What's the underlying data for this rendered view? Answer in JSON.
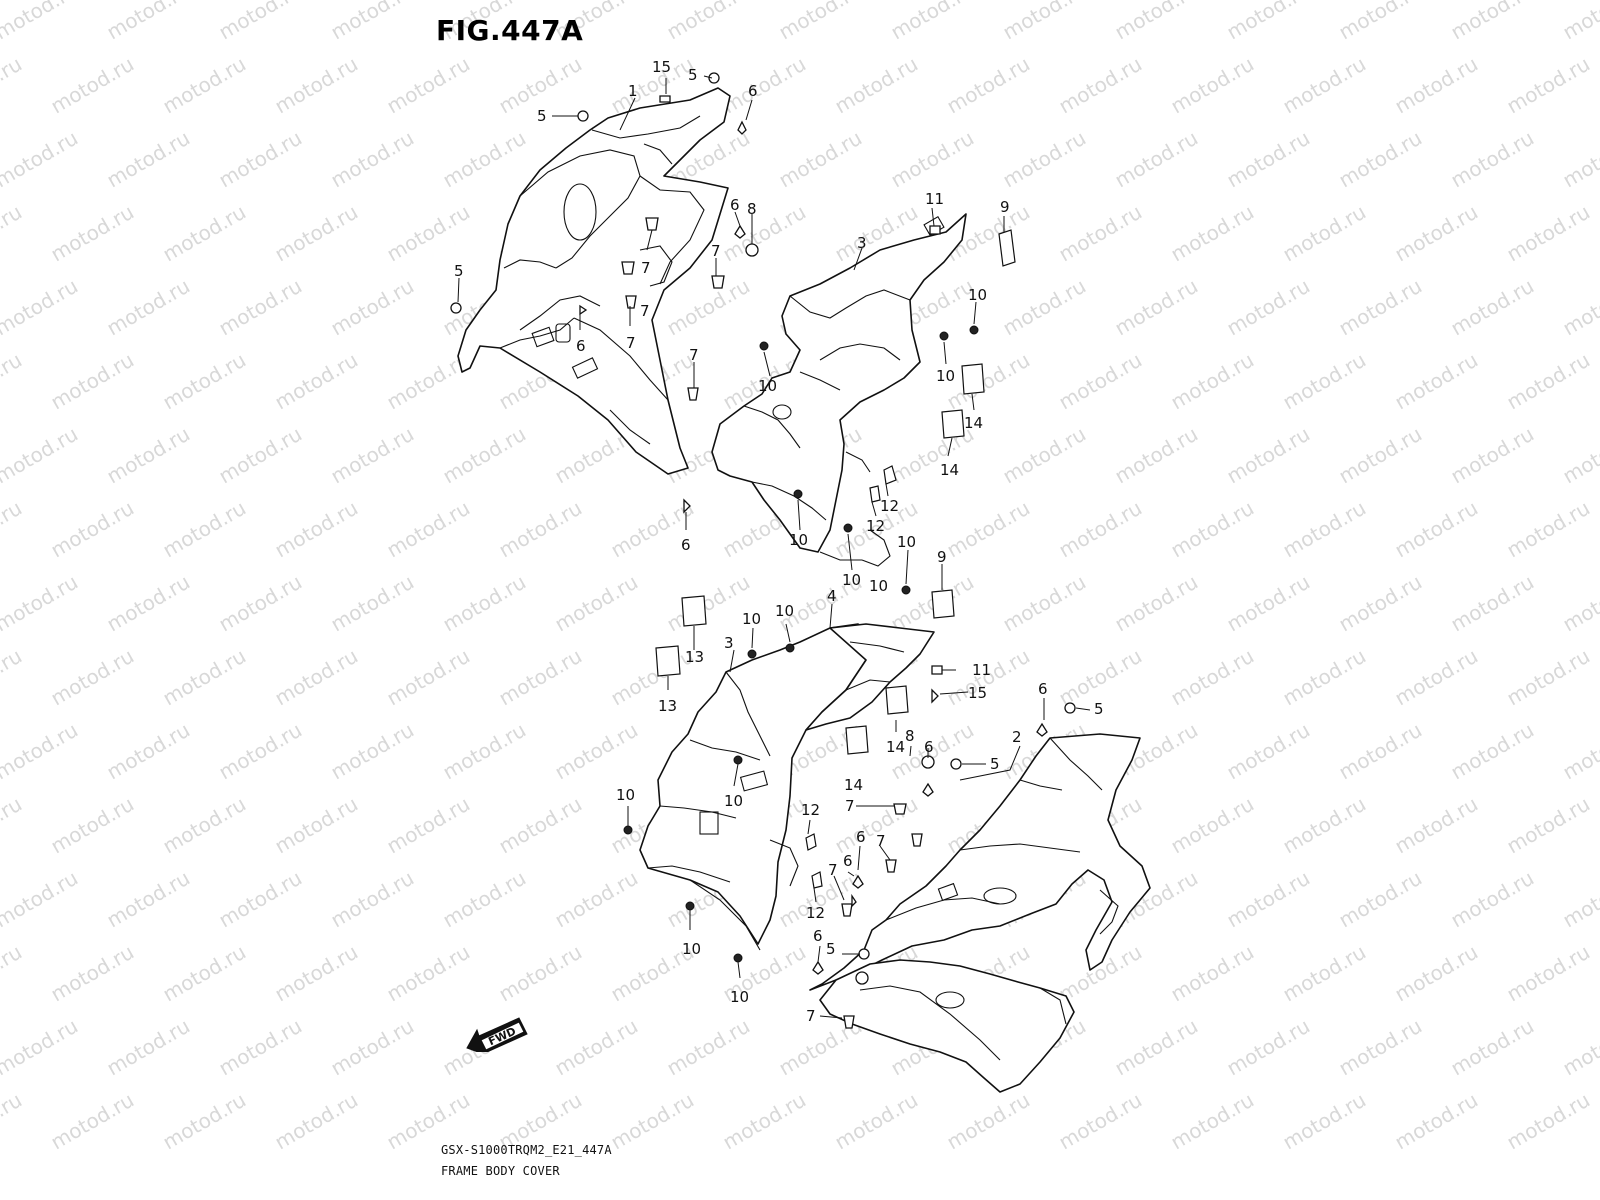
{
  "figure": {
    "title": "FIG.447A"
  },
  "watermark": {
    "text": "motod.ru"
  },
  "fwd_label": "FWD",
  "callouts": [
    {
      "id": "c1",
      "label": "15"
    },
    {
      "id": "c2",
      "label": "5"
    },
    {
      "id": "c3",
      "label": "1"
    },
    {
      "id": "c4",
      "label": "6"
    },
    {
      "id": "c5",
      "label": "5"
    },
    {
      "id": "c6",
      "label": "6"
    },
    {
      "id": "c7",
      "label": "8"
    },
    {
      "id": "c8",
      "label": "7"
    },
    {
      "id": "c9",
      "label": "7"
    },
    {
      "id": "c10",
      "label": "5"
    },
    {
      "id": "c11",
      "label": "7"
    },
    {
      "id": "c12",
      "label": "6"
    },
    {
      "id": "c13",
      "label": "7"
    },
    {
      "id": "c14",
      "label": "7"
    },
    {
      "id": "c15",
      "label": "6"
    },
    {
      "id": "c16",
      "label": "11"
    },
    {
      "id": "c17",
      "label": "9"
    },
    {
      "id": "c18",
      "label": "3"
    },
    {
      "id": "c19",
      "label": "10"
    },
    {
      "id": "c20",
      "label": "10"
    },
    {
      "id": "c21",
      "label": "10"
    },
    {
      "id": "c22",
      "label": "14"
    },
    {
      "id": "c23",
      "label": "14"
    },
    {
      "id": "c24",
      "label": "12"
    },
    {
      "id": "c25",
      "label": "12"
    },
    {
      "id": "c26",
      "label": "10"
    },
    {
      "id": "c27",
      "label": "10"
    },
    {
      "id": "c28",
      "label": "10"
    },
    {
      "id": "c29",
      "label": "10"
    },
    {
      "id": "c30",
      "label": "9"
    },
    {
      "id": "c31",
      "label": "10"
    },
    {
      "id": "c32",
      "label": "10"
    },
    {
      "id": "c33",
      "label": "4"
    },
    {
      "id": "c34",
      "label": "13"
    },
    {
      "id": "c35",
      "label": "13"
    },
    {
      "id": "c36",
      "label": "3"
    },
    {
      "id": "c37",
      "label": "11"
    },
    {
      "id": "c38",
      "label": "15"
    },
    {
      "id": "c39",
      "label": "6"
    },
    {
      "id": "c40",
      "label": "5"
    },
    {
      "id": "c41",
      "label": "2"
    },
    {
      "id": "c42",
      "label": "14"
    },
    {
      "id": "c43",
      "label": "8"
    },
    {
      "id": "c44",
      "label": "14"
    },
    {
      "id": "c45",
      "label": "6"
    },
    {
      "id": "c46",
      "label": "5"
    },
    {
      "id": "c47",
      "label": "10"
    },
    {
      "id": "c48",
      "label": "10"
    },
    {
      "id": "c49",
      "label": "12"
    },
    {
      "id": "c50",
      "label": "7"
    },
    {
      "id": "c51",
      "label": "6"
    },
    {
      "id": "c52",
      "label": "7"
    },
    {
      "id": "c53",
      "label": "6"
    },
    {
      "id": "c54",
      "label": "7"
    },
    {
      "id": "c55",
      "label": "12"
    },
    {
      "id": "c56",
      "label": "10"
    },
    {
      "id": "c57",
      "label": "6"
    },
    {
      "id": "c58",
      "label": "5"
    },
    {
      "id": "c59",
      "label": "10"
    },
    {
      "id": "c60",
      "label": "7"
    }
  ],
  "footer": {
    "model_code": "GSX-S1000TRQM2_E21_447A",
    "caption": "FRAME BODY COVER"
  }
}
